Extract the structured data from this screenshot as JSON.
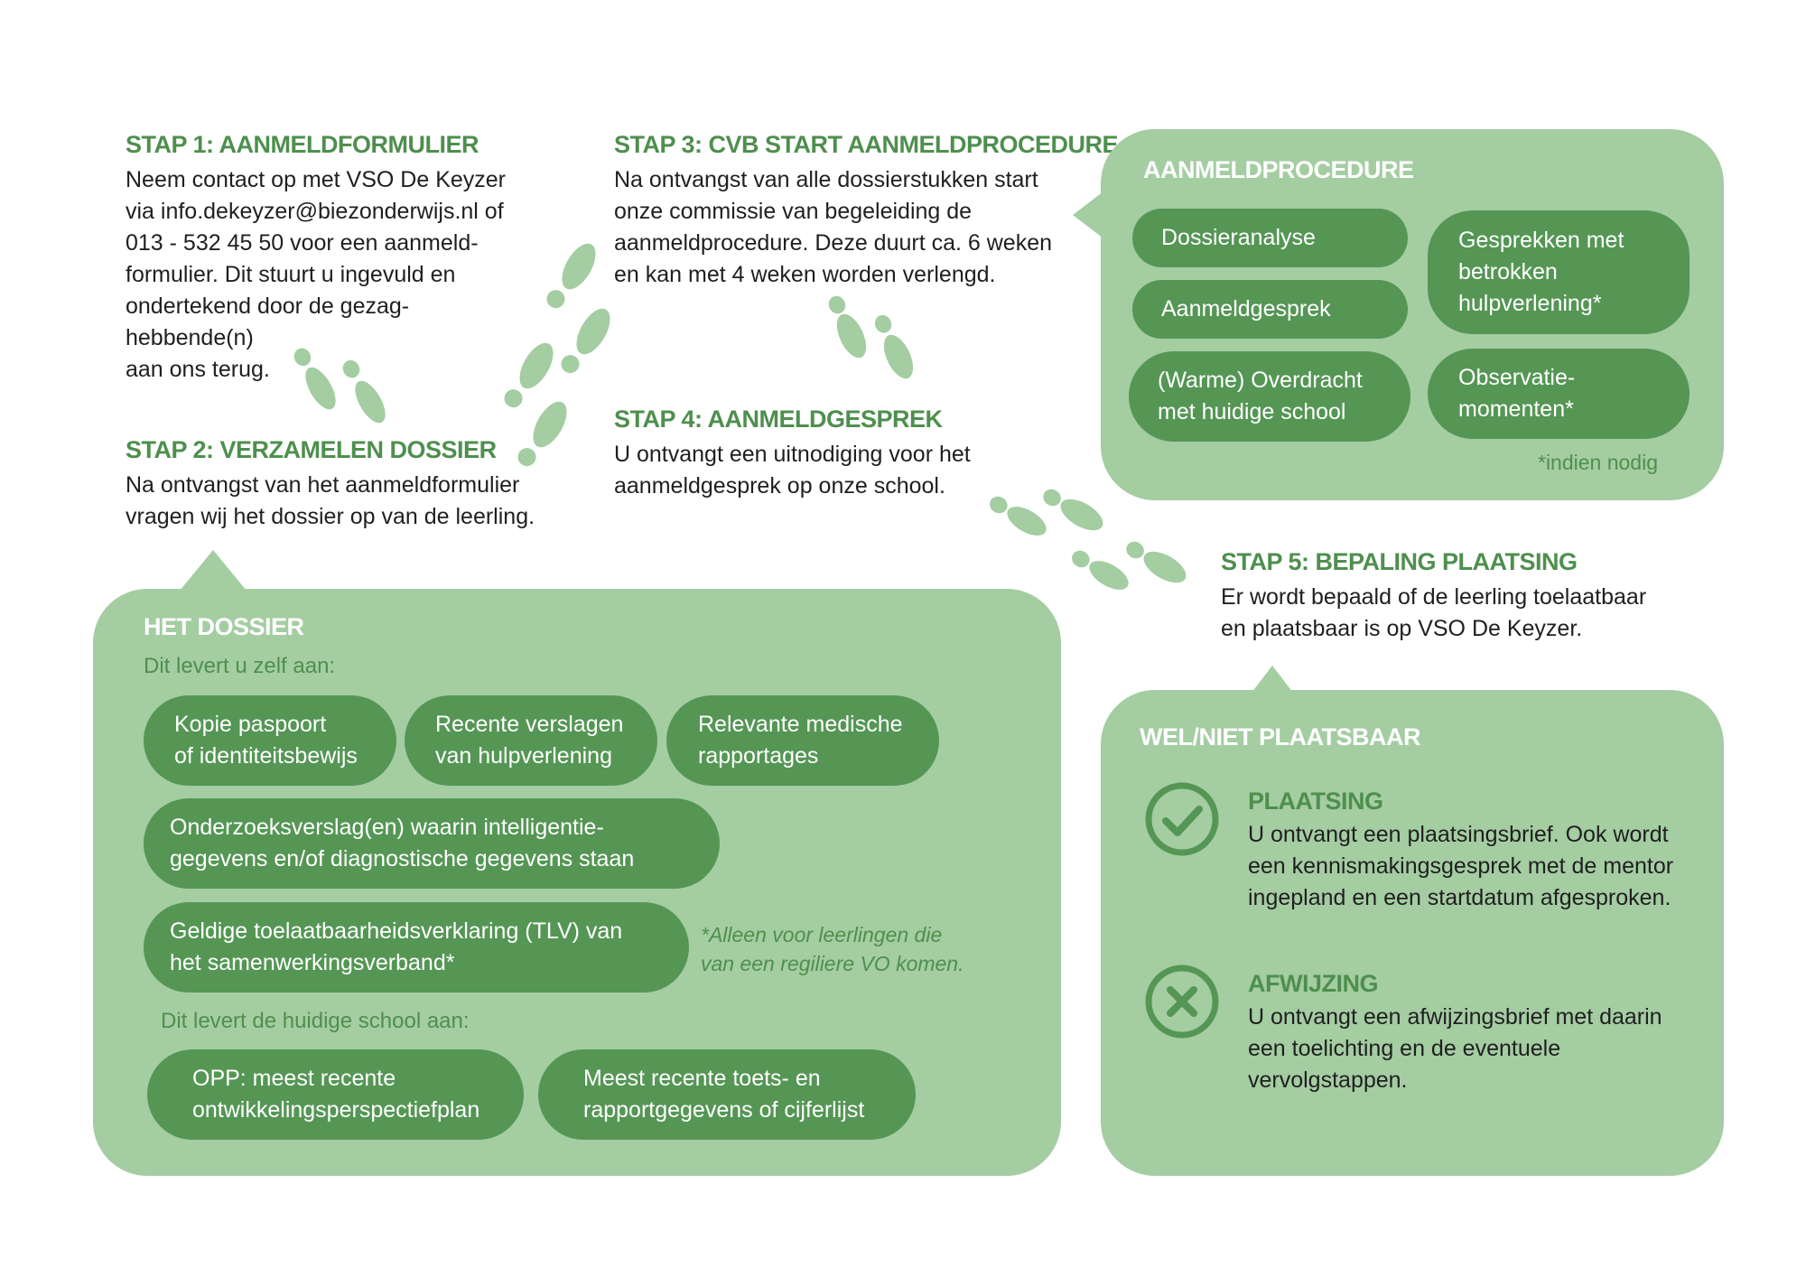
{
  "steps": {
    "s1": {
      "title": "STAP 1: AANMELDFORMULIER",
      "text": "Neem contact op met VSO De Keyzer\nvia info.dekeyzer@biezonderwijs.nl of\n013 - 532 45 50 voor een aanmeld-\nformulier. Dit stuurt u ingevuld en\nondertekend door de gezag-\nhebbende(n)\naan ons terug."
    },
    "s2": {
      "title": "STAP 2: VERZAMELEN DOSSIER",
      "text": "Na ontvangst van het aanmeldformulier\nvragen wij het dossier op van de leerling."
    },
    "s3": {
      "title": "STAP 3: CVB START AANMELDPROCEDURE",
      "text": "Na ontvangst van alle dossierstukken start\nonze commissie van begeleiding de\naanmeldprocedure. Deze duurt ca. 6 weken\nen kan met 4 weken worden verlengd."
    },
    "s4": {
      "title": "STAP 4: AANMELDGESPREK",
      "text": "U ontvangt een uitnodiging voor het\naanmeldgesprek op onze school."
    },
    "s5": {
      "title": "STAP 5: BEPALING PLAATSING",
      "text": " Er wordt bepaald of de leerling toelaatbaar\nen plaatsbaar is op VSO De Keyzer."
    }
  },
  "procedure": {
    "title": "AANMELDPROCEDURE",
    "items": [
      "Dossieranalyse",
      "Aanmeldgesprek",
      "(Warme) Overdracht\nmet huidige school",
      "Gesprekken met\nbetrokken\nhulpverlening*",
      "Observatie-\nmomenten*"
    ],
    "note": "*indien nodig"
  },
  "dossier": {
    "title": "HET DOSSIER",
    "self_label": "Dit levert u zelf aan:",
    "self_items": [
      "Kopie paspoort\nof identiteitsbewijs",
      "Recente verslagen\nvan hulpverlening",
      "Relevante medische\nrapportages",
      "Onderzoeksverslag(en) waarin intelligentie-\ngegevens en/of diagnostische gegevens staan",
      "Geldige toelaatbaarheidsverklaring (TLV) van\nhet samenwerkingsverband*"
    ],
    "tlv_note": "*Alleen voor leerlingen die\nvan een regiliere VO komen.",
    "school_label": "Dit levert de huidige school aan:",
    "school_items": [
      "OPP: meest recente\nontwikkelingsperspectiefplan",
      "Meest recente toets- en\nrapportgegevens of cijferlijst"
    ]
  },
  "result": {
    "title": "WEL/NIET PLAATSBAAR",
    "placing": {
      "title": "PLAATSING",
      "text": "U ontvangt een plaatsingsbrief. Ook wordt\neen kennismakingsgesprek met de mentor\ningepland en een startdatum afgesproken."
    },
    "reject": {
      "title": "AFWIJZING",
      "text": "U ontvangt een afwijzingsbrief met daarin\neen toelichting en de eventuele\nvervolgstappen."
    }
  },
  "colors": {
    "panel": "#a4cda2",
    "pill": "#559655",
    "title_green": "#4e8f4e"
  },
  "icons": [
    "footprints-icon",
    "check-circle-icon",
    "x-circle-icon"
  ]
}
